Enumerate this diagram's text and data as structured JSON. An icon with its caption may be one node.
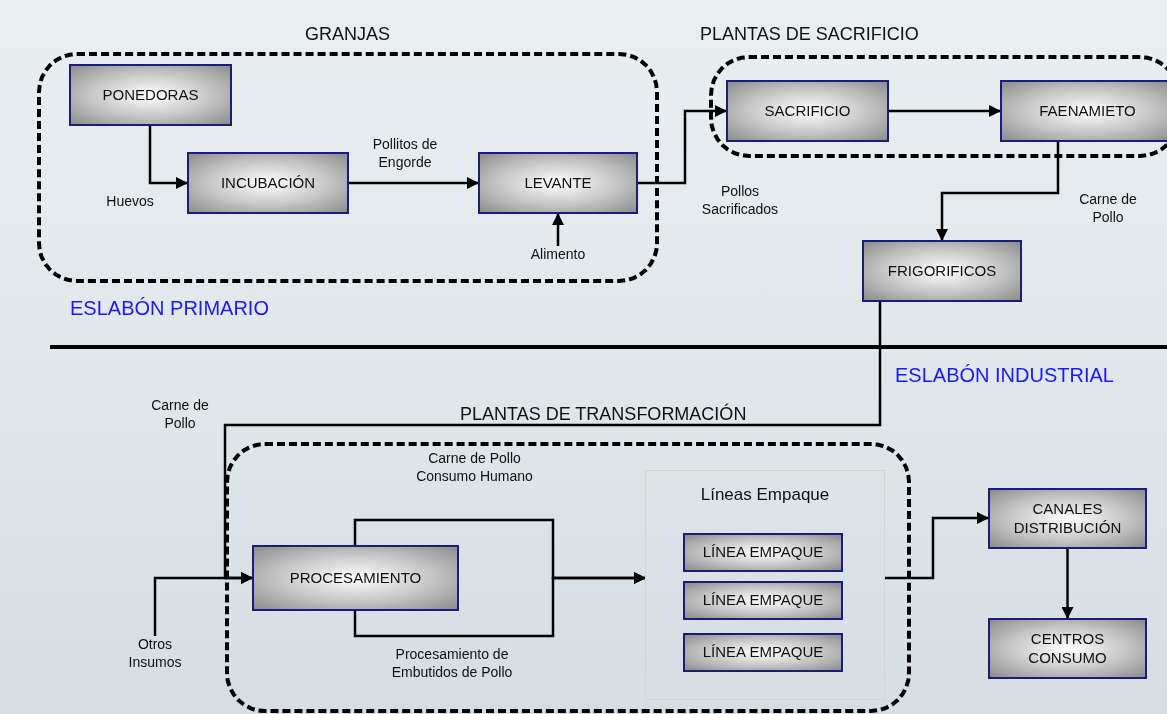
{
  "diagram": {
    "nodes": [
      {
        "text": [
          "GRANJAS"
        ]
      },
      {
        "text": [
          "PONEDORAS"
        ],
        "in": 0
      },
      {
        "text": [
          "INCUBACIÓN"
        ],
        "in": 0
      },
      {
        "text": [
          "LEVANTE"
        ],
        "in": 0
      },
      {
        "text": [
          "Alimento"
        ],
        "in": 0
      },
      {
        "text": [
          "PLANTAS DE SACRIFICIO"
        ]
      },
      {
        "text": [
          "SACRIFICIO"
        ],
        "in": 5
      },
      {
        "text": [
          "FAENAMIETO"
        ],
        "in": 5
      },
      {
        "text": [
          "FRIGORIFICOS"
        ]
      },
      {
        "text": [
          "PLANTAS DE TRANSFORMACIÓN"
        ]
      },
      {
        "text": [
          "PROCESAMIENTO"
        ],
        "in": 9
      },
      {
        "text": [
          "Líneas Empaque"
        ],
        "in": 9
      },
      {
        "text": [
          "LÍNEA EMPAQUE"
        ],
        "in": 11
      },
      {
        "text": [
          "LÍNEA EMPAQUE"
        ],
        "in": 11
      },
      {
        "text": [
          "LÍNEA EMPAQUE"
        ],
        "in": 11
      },
      {
        "text": [
          "Otros Insumos"
        ]
      },
      {
        "text": [
          "CANALES DISTRIBUCIÓN"
        ]
      },
      {
        "text": [
          "CENTROS CONSUMO"
        ]
      }
    ],
    "edges": [
      {
        "from": 1,
        "to": 2,
        "arrow": "to",
        "label": "Huevos"
      },
      {
        "from": 2,
        "to": 3,
        "arrow": "to",
        "label": "Pollitos de Engorde"
      },
      {
        "from": 3,
        "to": 6,
        "arrow": "to",
        "label": "Pollos Sacrificados"
      },
      {
        "from": 6,
        "to": 7,
        "arrow": "to"
      },
      {
        "from": 7,
        "to": 8,
        "arrow": "to",
        "label": "Carne de Pollo"
      },
      {
        "from": 8,
        "to": 10,
        "arrow": "to",
        "label": "Carne de Pollo"
      },
      {
        "from": 15,
        "to": 10,
        "arrow": "to"
      },
      {
        "from": 4,
        "to": 3,
        "arrow": "to"
      },
      {
        "from": 10,
        "to": 11,
        "arrow": "to",
        "label": "Carne de Pollo Consumo Humano"
      },
      {
        "from": 10,
        "to": 11,
        "arrow": "to",
        "label": "Procesamiento de Embutidos de Pollo"
      },
      {
        "from": 11,
        "to": 16,
        "arrow": "to"
      },
      {
        "from": 16,
        "to": 17,
        "arrow": "to"
      }
    ],
    "labels": [
      "ESLABÓN PRIMARIO",
      "ESLABÓN INDUSTRIAL"
    ]
  }
}
